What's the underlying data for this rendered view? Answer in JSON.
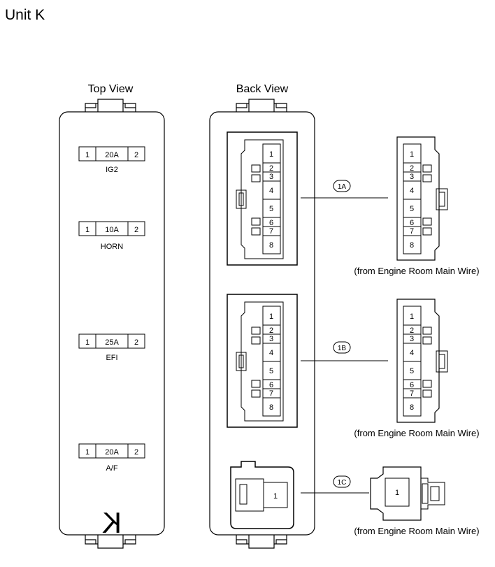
{
  "title": "Unit K",
  "top_view": {
    "label": "Top View",
    "fuses": [
      {
        "pin_left": "1",
        "rating": "20A",
        "pin_right": "2",
        "name": "IG2"
      },
      {
        "pin_left": "1",
        "rating": "10A",
        "pin_right": "2",
        "name": "HORN"
      },
      {
        "pin_left": "1",
        "rating": "25A",
        "pin_right": "2",
        "name": "EFI"
      },
      {
        "pin_left": "1",
        "rating": "20A",
        "pin_right": "2",
        "name": "A/F"
      }
    ],
    "unit_letter": "K"
  },
  "back_view": {
    "label": "Back View",
    "pins": [
      "1",
      "2",
      "3",
      "4",
      "5",
      "6",
      "7",
      "8"
    ],
    "connectors": [
      {
        "id": "1A",
        "source": "(from Engine Room Main Wire)"
      },
      {
        "id": "1B",
        "source": "(from Engine Room Main Wire)"
      },
      {
        "id": "1C",
        "pin": "1",
        "source": "(from Engine Room Main Wire)"
      }
    ]
  }
}
